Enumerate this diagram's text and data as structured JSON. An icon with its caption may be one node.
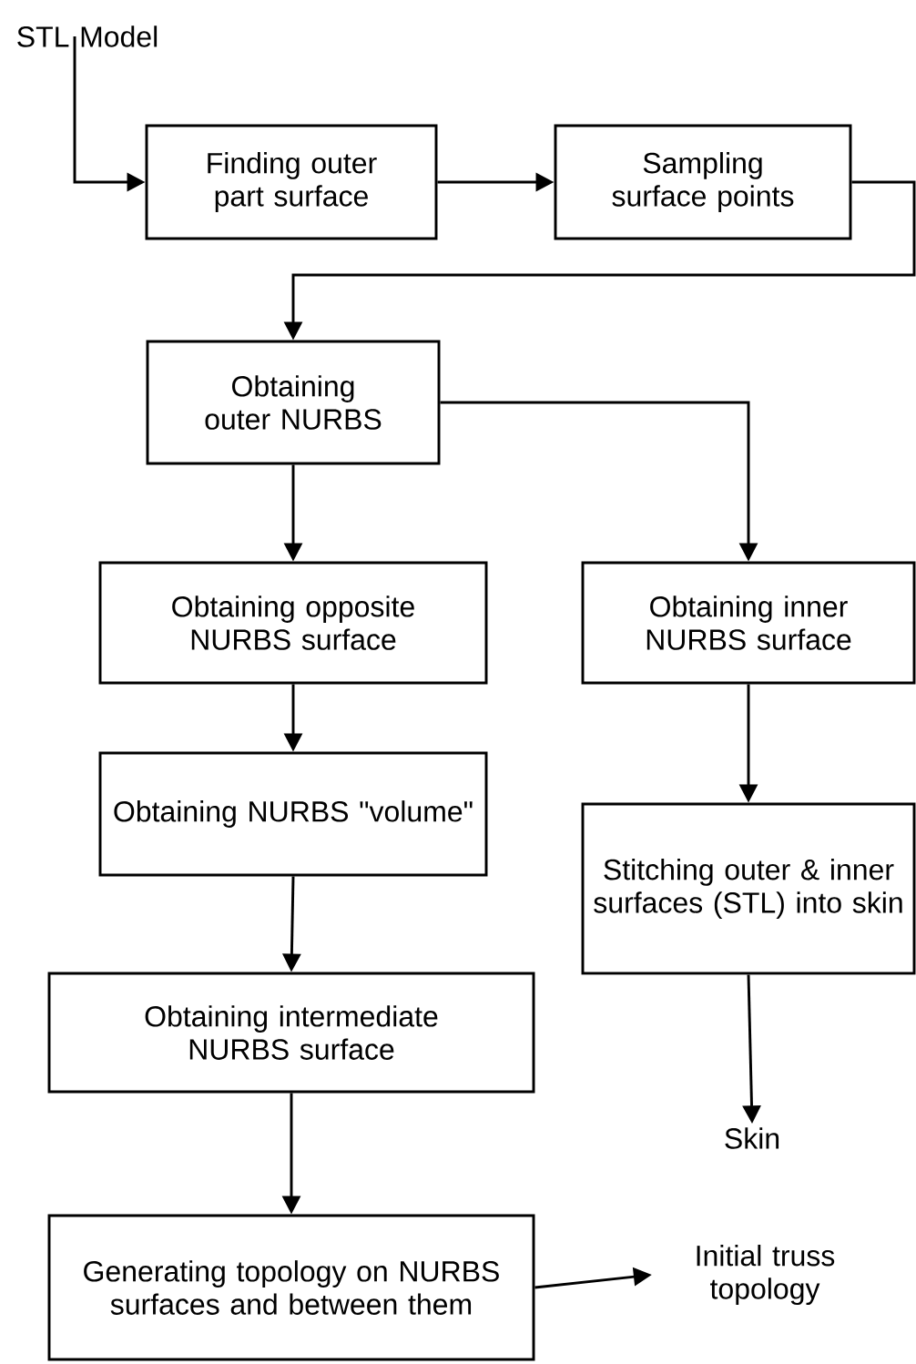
{
  "diagram": {
    "nodes": [
      {
        "text": [
          "STL Model"
        ]
      },
      {
        "text": [
          "Finding outer part surface"
        ]
      },
      {
        "text": [
          "Sampling surface points"
        ]
      },
      {
        "text": [
          "Obtaining outer NURBS"
        ]
      },
      {
        "text": [
          "Obtaining opposite NURBS surface"
        ]
      },
      {
        "text": [
          "Obtaining inner NURBS surface"
        ]
      },
      {
        "text": [
          "Obtaining NURBS \"volume\""
        ]
      },
      {
        "text": [
          "Stitching outer & inner surfaces (STL) into skin"
        ]
      },
      {
        "text": [
          "Obtaining intermediate NURBS surface"
        ]
      },
      {
        "text": [
          "Generating topology on NURBS surfaces and between them"
        ]
      },
      {
        "text": [
          "Initial truss topology"
        ]
      },
      {
        "text": [
          "Skin"
        ]
      }
    ],
    "edges": [
      {
        "from": 0,
        "to": 1,
        "arrow": "to"
      },
      {
        "from": 1,
        "to": 2,
        "arrow": "to"
      },
      {
        "from": 2,
        "to": 3,
        "arrow": "to"
      },
      {
        "from": 3,
        "to": 4,
        "arrow": "to"
      },
      {
        "from": 3,
        "to": 5,
        "arrow": "to"
      },
      {
        "from": 4,
        "to": 6,
        "arrow": "to"
      },
      {
        "from": 5,
        "to": 7,
        "arrow": "to"
      },
      {
        "from": 6,
        "to": 8,
        "arrow": "to"
      },
      {
        "from": 7,
        "to": 11,
        "arrow": "to"
      },
      {
        "from": 8,
        "to": 9,
        "arrow": "to"
      },
      {
        "from": 9,
        "to": 10,
        "arrow": "to"
      }
    ]
  }
}
